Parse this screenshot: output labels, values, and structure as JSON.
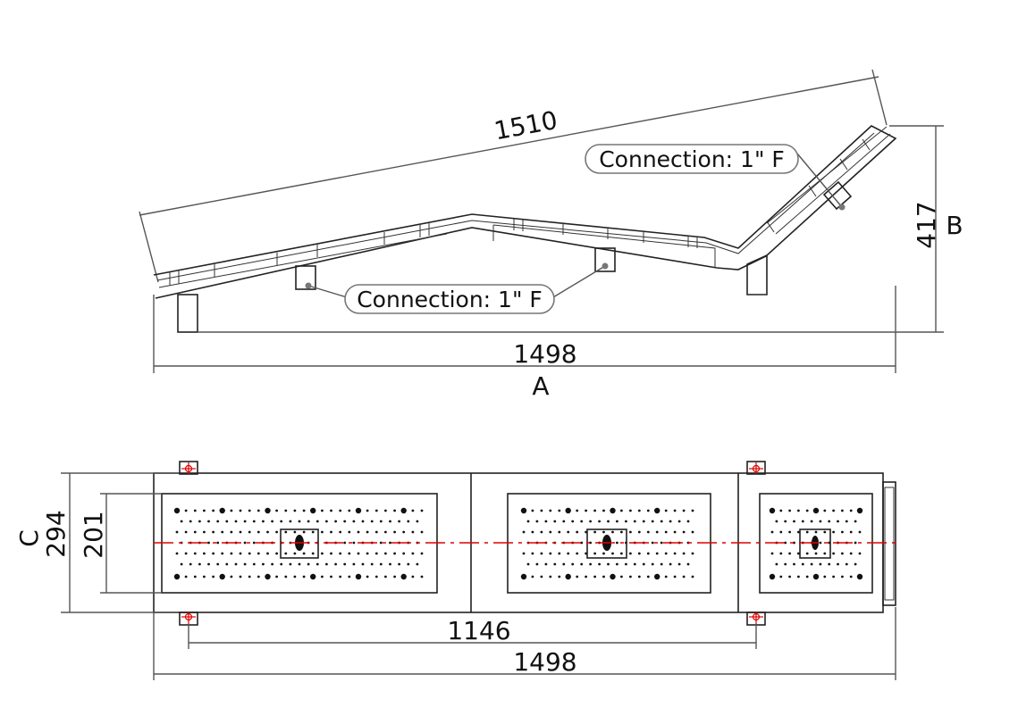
{
  "side_view": {
    "dim_overall_length": "1510",
    "dim_base_length": "1498",
    "dim_height": "417",
    "label_length": "A",
    "label_height": "B",
    "callout_top": "Connection: 1\" F",
    "callout_bottom": "Connection: 1\" F"
  },
  "top_view": {
    "dim_width": "294",
    "dim_inner_width": "201",
    "label_width": "C",
    "dim_mount_spacing": "1146",
    "dim_length": "1498"
  }
}
